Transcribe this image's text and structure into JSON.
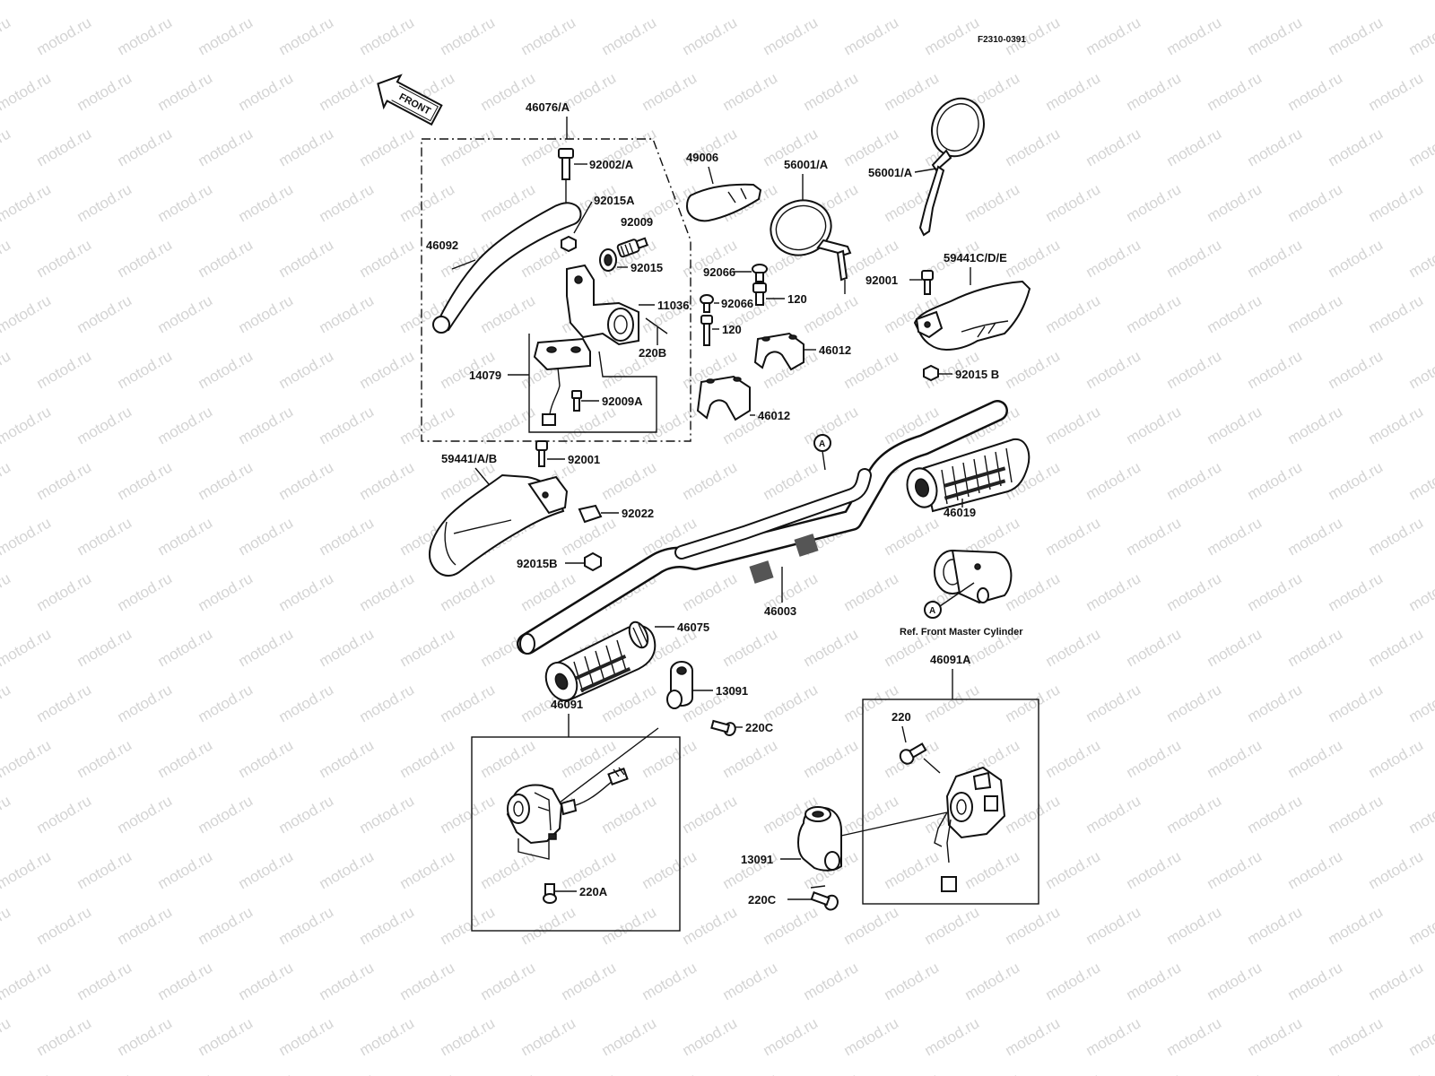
{
  "figure_code": "F2310-0391",
  "front_arrow_text": "FRONT",
  "watermark_text": "motod.ru",
  "callout_letter": "A",
  "labels": {
    "p46076A": "46076/A",
    "p92002A": "92002/A",
    "p92015A": "92015A",
    "p92009": "92009",
    "p92015": "92015",
    "p46092": "46092",
    "p11036": "11036",
    "p220B": "220B",
    "p14079": "14079",
    "p92009A": "92009A",
    "p92001_left": "92001",
    "p59441AB": "59441/A/B",
    "p92022": "92022",
    "p92015B_left": "92015B",
    "p49006": "49006",
    "p56001A_left": "56001/A",
    "p56001A_right": "56001/A",
    "p92066_a": "92066",
    "p92066_b": "92066",
    "p120_a": "120",
    "p120_b": "120",
    "p46012_a": "46012",
    "p46012_b": "46012",
    "p92001_right": "92001",
    "p59441CDE": "59441C/D/E",
    "p92015B_right": "92015 B",
    "p46019": "46019",
    "p46003": "46003",
    "p46075": "46075",
    "p13091_a": "13091",
    "p220C_a": "220C",
    "p46091": "46091",
    "p220A": "220A",
    "p46091A": "46091A",
    "p220": "220",
    "p13091_b": "13091",
    "p220C_b": "220C"
  },
  "ref_note": "Ref. Front Master Cylinder"
}
